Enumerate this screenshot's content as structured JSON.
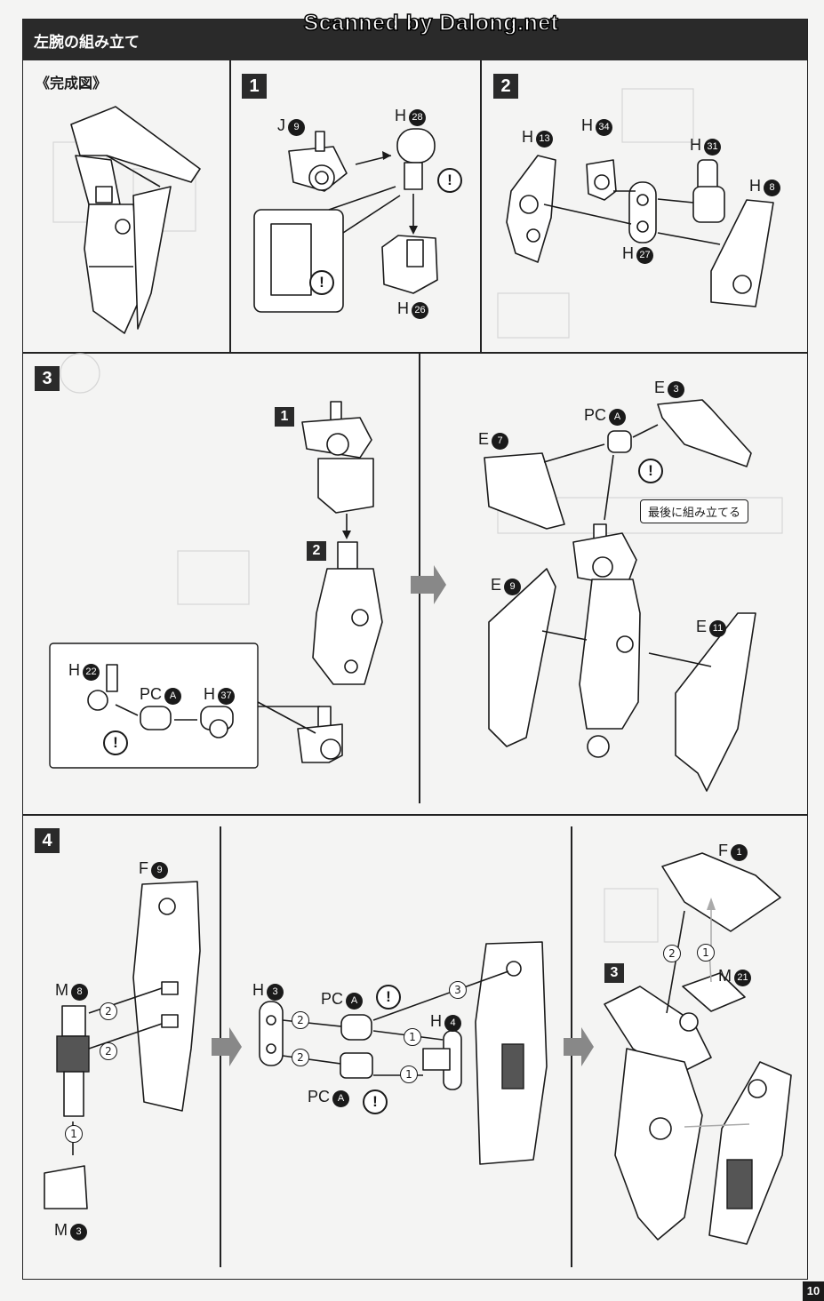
{
  "watermark": "Scanned by Dalong.net",
  "header": {
    "title": "左腕の組み立て"
  },
  "completed": {
    "label": "《完成図》"
  },
  "steps": {
    "s1": "1",
    "s2": "2",
    "s3": "3",
    "s4": "4",
    "ref1": "1",
    "ref2": "2",
    "ref3": "3"
  },
  "step1": {
    "j9": {
      "prefix": "J",
      "num": "9"
    },
    "h28": {
      "prefix": "H",
      "num": "28"
    },
    "h26": {
      "prefix": "H",
      "num": "26"
    }
  },
  "step2": {
    "h13": {
      "prefix": "H",
      "num": "13"
    },
    "h34": {
      "prefix": "H",
      "num": "34"
    },
    "h31": {
      "prefix": "H",
      "num": "31"
    },
    "h8": {
      "prefix": "H",
      "num": "8"
    },
    "h27": {
      "prefix": "H",
      "num": "27"
    }
  },
  "step3": {
    "h22": {
      "prefix": "H",
      "num": "22"
    },
    "pca": {
      "prefix": "PC",
      "num": "A"
    },
    "h37": {
      "prefix": "H",
      "num": "37"
    },
    "e3": {
      "prefix": "E",
      "num": "3"
    },
    "pca2": {
      "prefix": "PC",
      "num": "A"
    },
    "e7": {
      "prefix": "E",
      "num": "7"
    },
    "e9": {
      "prefix": "E",
      "num": "9"
    },
    "e11": {
      "prefix": "E",
      "num": "11"
    },
    "callout": "最後に組み立てる"
  },
  "step4": {
    "f9": {
      "prefix": "F",
      "num": "9"
    },
    "m8": {
      "prefix": "M",
      "num": "8"
    },
    "m3": {
      "prefix": "M",
      "num": "3"
    },
    "h3": {
      "prefix": "H",
      "num": "3"
    },
    "pca_top": {
      "prefix": "PC",
      "num": "A"
    },
    "h4": {
      "prefix": "H",
      "num": "4"
    },
    "pca_bot": {
      "prefix": "PC",
      "num": "A"
    },
    "f1": {
      "prefix": "F",
      "num": "1"
    },
    "m21": {
      "prefix": "M",
      "num": "21"
    },
    "order": {
      "one": "1",
      "two": "2",
      "three": "3"
    }
  },
  "warning_symbol": "!",
  "page_number": "10"
}
